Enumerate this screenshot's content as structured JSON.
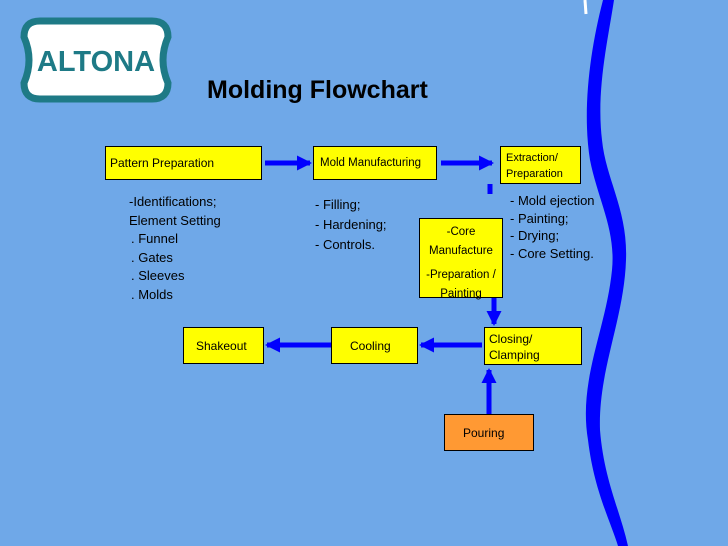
{
  "logo": {
    "text": "ALTONA"
  },
  "title": "Molding Flowchart",
  "boxes": {
    "pattern": "Pattern Preparation",
    "mold": "Mold Manufacturing",
    "extraction_1": "Extraction/",
    "extraction_2": "Preparation",
    "core_1": "-Core",
    "core_2": "Manufacture",
    "core_3": "-Preparation /",
    "core_4": "Painting",
    "closing_1": "Closing/",
    "closing_2": "Clamping",
    "cooling": "Cooling",
    "shakeout": "Shakeout",
    "pouring": "Pouring"
  },
  "notes": {
    "pattern": [
      "-Identifications;",
      "Element Setting",
      ". Funnel",
      ". Gates",
      ". Sleeves",
      ". Molds"
    ],
    "mold": [
      "- Filling;",
      "- Hardening;",
      "- Controls."
    ],
    "extraction": [
      "- Mold ejection",
      "- Painting;",
      "- Drying;",
      "- Core Setting."
    ]
  },
  "colors": {
    "background": "#6fa8e8",
    "box": "#ffff00",
    "pouring": "#ff9933",
    "arrow": "#0000ff",
    "logo_teal": "#1e7a86"
  }
}
